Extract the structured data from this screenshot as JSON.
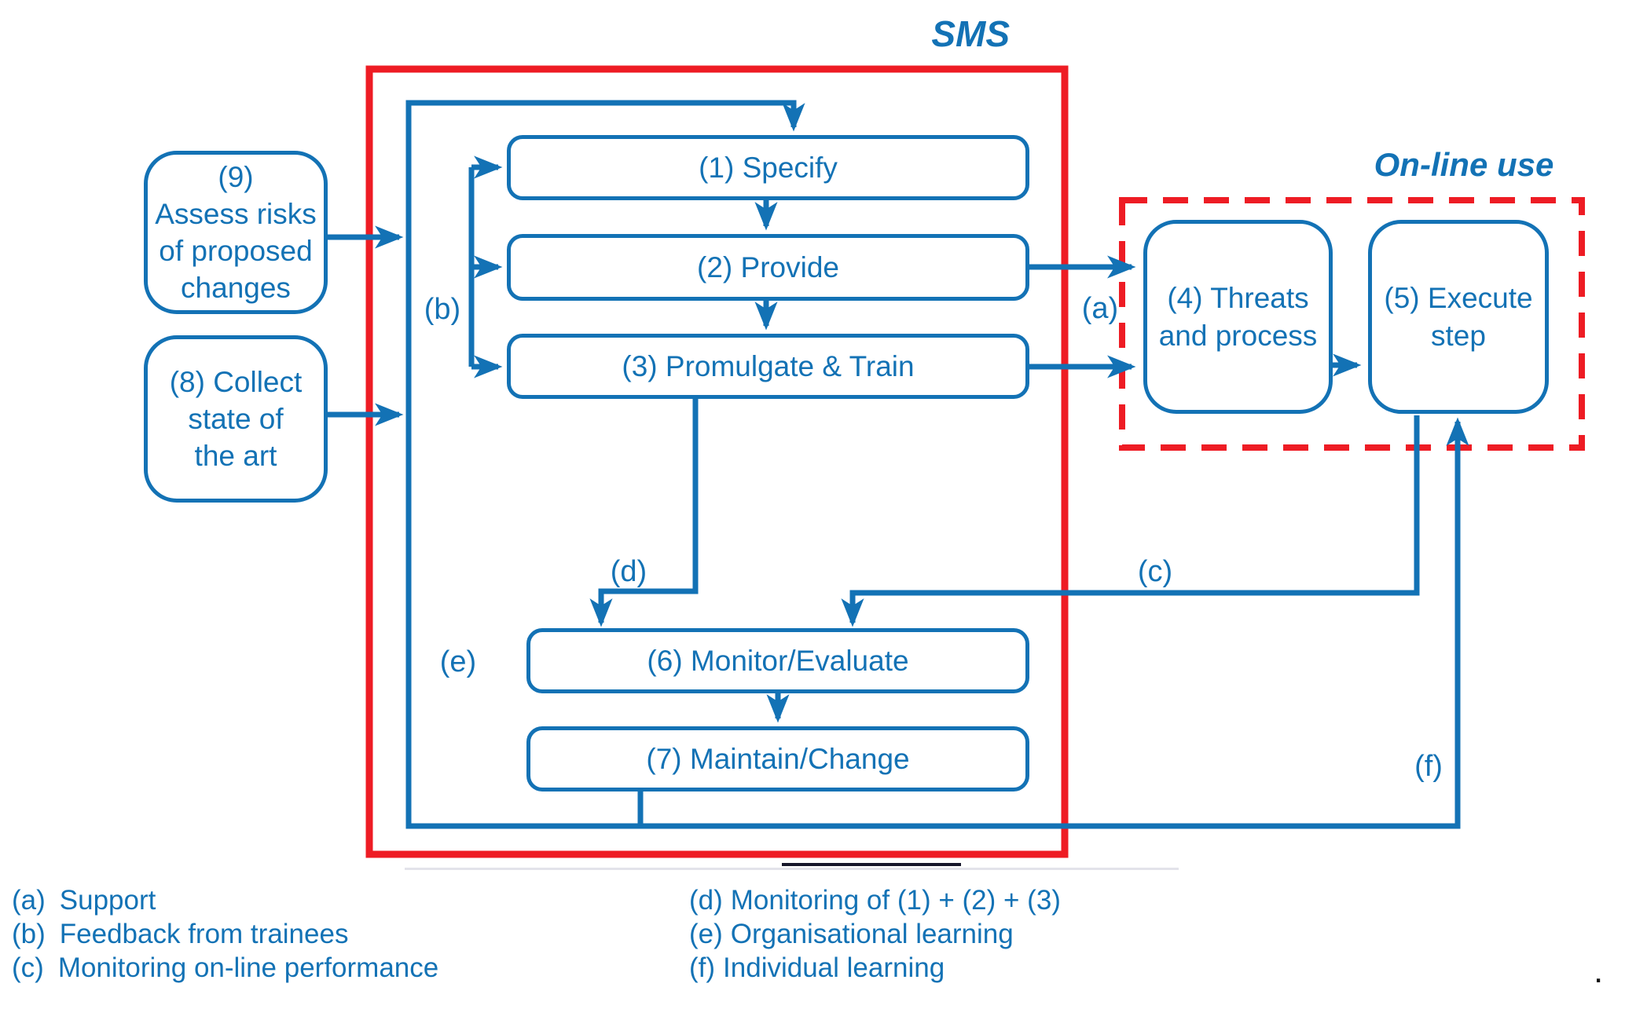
{
  "figure": {
    "sms_title": "SMS",
    "online_title": "On-line use",
    "colors": {
      "blue": "#1372b5",
      "red": "#ee1c24"
    }
  },
  "boxes": {
    "box9": {
      "lines": [
        "(9)",
        "Assess risks",
        "of proposed",
        "changes"
      ]
    },
    "box8": {
      "lines": [
        "(8) Collect",
        "state of",
        "the art"
      ]
    },
    "box1": {
      "label": "(1) Specify"
    },
    "box2": {
      "label": "(2) Provide"
    },
    "box3": {
      "label": "(3) Promulgate & Train"
    },
    "box4": {
      "lines": [
        "(4) Threats",
        "and process"
      ]
    },
    "box5": {
      "lines": [
        "(5) Execute",
        "step"
      ]
    },
    "box6": {
      "label": "(6) Monitor/Evaluate"
    },
    "box7": {
      "label": "(7) Maintain/Change"
    }
  },
  "edge_labels": {
    "a": "(a)",
    "b": "(b)",
    "c": "(c)",
    "d": "(d)",
    "e": "(e)",
    "f": "(f)"
  },
  "legend": {
    "left": [
      {
        "key": "(a)",
        "text": "Support"
      },
      {
        "key": "(b)",
        "text": "Feedback from trainees"
      },
      {
        "key": "(c)",
        "text": "Monitoring on-line performance"
      }
    ],
    "right": [
      {
        "key": "(d)",
        "text": "Monitoring of (1) + (2) + (3)"
      },
      {
        "key": "(e)",
        "text": "Organisational learning"
      },
      {
        "key": "(f)",
        "text": "Individual learning"
      }
    ]
  },
  "footnote_mark": "."
}
